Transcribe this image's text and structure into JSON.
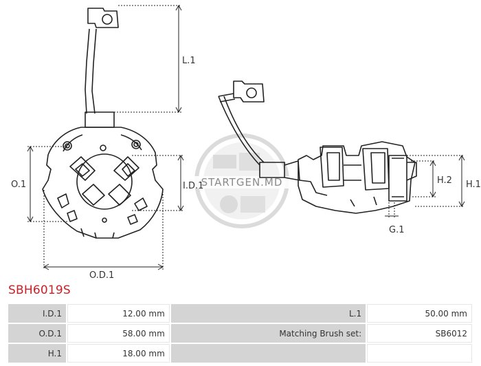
{
  "drawing": {
    "labels": {
      "l1": "L.1",
      "o1": "O.1",
      "id1": "I.D.1",
      "od1": "O.D.1",
      "h1": "H.1",
      "h2": "H.2",
      "g1": "G.1"
    },
    "watermark": "STARTGEN.MD"
  },
  "title": "SBH6019S",
  "specs": {
    "rows": [
      {
        "k1": "I.D.1",
        "v1": "12.00 mm",
        "k2": "L.1",
        "v2": "50.00 mm"
      },
      {
        "k1": "O.D.1",
        "v1": "58.00 mm",
        "k2": "Matching Brush set:",
        "v2": "SB6012"
      },
      {
        "k1": "H.1",
        "v1": "18.00 mm",
        "k2": "",
        "v2": ""
      }
    ]
  }
}
